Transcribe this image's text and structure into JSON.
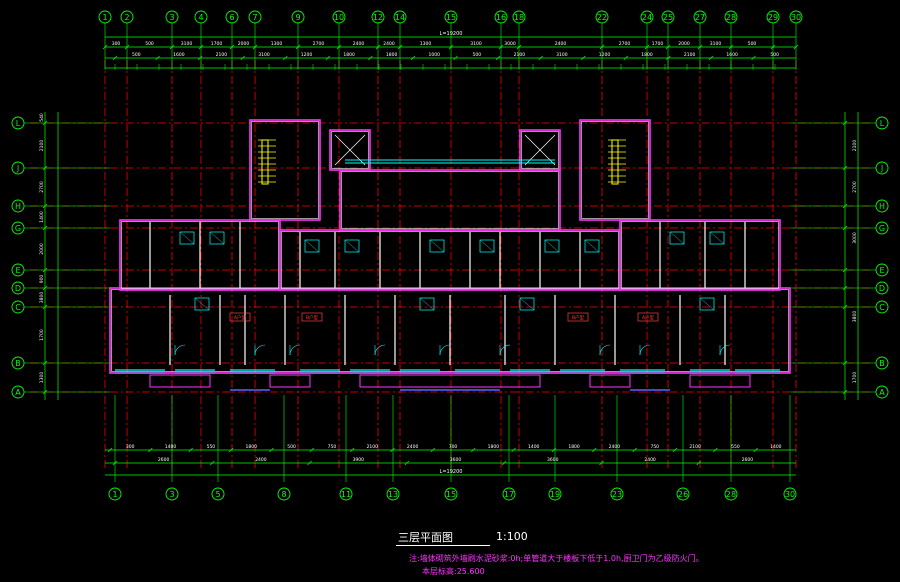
{
  "drawing": {
    "title": "三层平面图",
    "scale": "1:100",
    "note_line1": "注:墙体砌筑外墙刷水泥砂浆:0h;单管道大于楼板下低于1.0h,厨卫门为乙级防火门。",
    "note_line2": "本层标高:25.600"
  },
  "axes": {
    "top": [
      "1",
      "2",
      "3",
      "4",
      "6",
      "7",
      "9",
      "10",
      "12",
      "14",
      "15",
      "16",
      "18",
      "22",
      "24",
      "25",
      "27",
      "28",
      "29",
      "30"
    ],
    "bottom": [
      "1",
      "3",
      "5",
      "8",
      "11",
      "13",
      "15",
      "17",
      "19",
      "23",
      "26",
      "28",
      "30"
    ],
    "rows": [
      "L",
      "J",
      "H",
      "G",
      "E",
      "D",
      "C",
      "B",
      "A"
    ]
  },
  "dimensions": {
    "top_overall": "L=19200",
    "bottom_overall": "L=19200",
    "top_row1": [
      "300",
      "500",
      "3100",
      "1700",
      "2000",
      "1300",
      "2700",
      "2400",
      "2400",
      "1300",
      "3100",
      "3000",
      "2400",
      "2700",
      "1700",
      "2000",
      "3100",
      "500"
    ],
    "top_row2": [
      "500",
      "1600",
      "2100",
      "3100",
      "1200",
      "1800",
      "1800",
      "1000",
      "500",
      "2100",
      "3100",
      "1200",
      "1800",
      "2100",
      "1600",
      "500"
    ],
    "bottom_row1": [
      "300",
      "1400",
      "550",
      "1800",
      "500",
      "750",
      "2100",
      "2400",
      "700",
      "1800",
      "1400",
      "1800",
      "2400",
      "750",
      "2100",
      "550",
      "1400"
    ],
    "bottom_row2": [
      "2600",
      "2400",
      "3900",
      "3600",
      "3600",
      "2400",
      "2600"
    ],
    "left": [
      "540",
      "2100",
      "2700",
      "1400",
      "2000",
      "900",
      "3800",
      "1700",
      "1300"
    ],
    "right": [
      "2100",
      "2700",
      "3000",
      "3800",
      "1700"
    ]
  },
  "colors": {
    "grid": "#00ff00",
    "axis_line": "#ff0000",
    "wall": "#ffffff",
    "wall_outline": "#ff33ff",
    "window": "#00ffff",
    "furniture": "#ffff00",
    "room_label": "#ff4040",
    "door": "#00ffff"
  },
  "room_tags": [
    "A户型",
    "B户型",
    "B户型",
    "A户型"
  ]
}
